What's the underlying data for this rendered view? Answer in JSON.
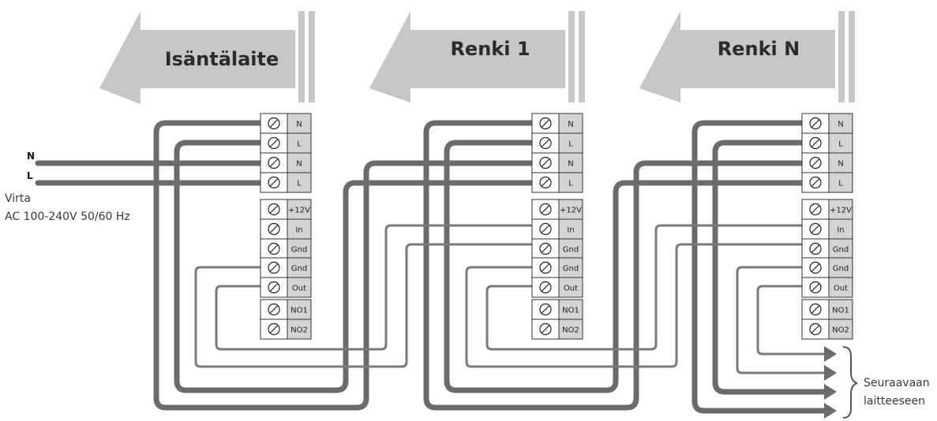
{
  "units": [
    {
      "title": "Isäntälaite"
    },
    {
      "title": "Renki 1"
    },
    {
      "title": "Renki N"
    }
  ],
  "terminal_groups": [
    [
      "N",
      "L",
      "N",
      "L"
    ],
    [
      "+12V",
      "In",
      "Gnd"
    ],
    [
      "Gnd",
      "Out"
    ],
    [
      "NO1",
      "NO2"
    ]
  ],
  "power": {
    "n_label": "N",
    "l_label": "L",
    "caption_line1": "Virta",
    "caption_line2": "AC 100-240V 50/60 Hz"
  },
  "next_device": {
    "line1": "Seuraavaan",
    "line2": "laitteeseen"
  },
  "colors": {
    "unit_body": "#c6c6c6",
    "wire_thick": "#6b6b6b",
    "wire_thin": "#7a7a7a",
    "terminal_label_bg": "#d4d4d4"
  },
  "icons": {
    "screw": "screw-terminal-icon",
    "arrow": "arrow-right-icon",
    "brace": "curly-brace-icon"
  }
}
